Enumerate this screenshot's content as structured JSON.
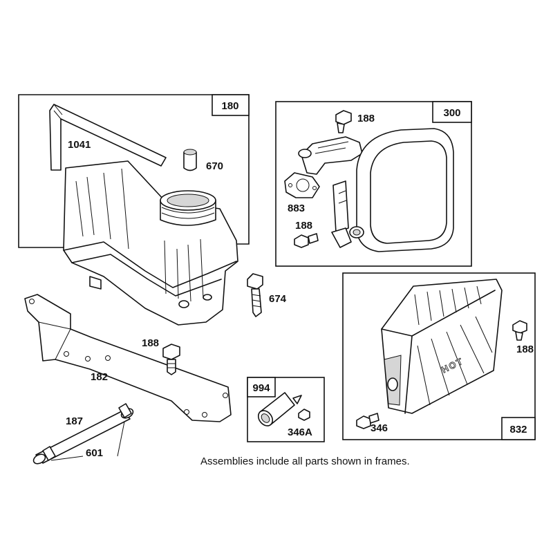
{
  "frames": {
    "f180": "180",
    "f300": "300",
    "f832": "832",
    "f994": "994"
  },
  "labels": {
    "p1041": "1041",
    "p670": "670",
    "p674": "674",
    "p188_a": "188",
    "p188_b": "188",
    "p188_c": "188",
    "p188_d": "188",
    "p883": "883",
    "p182": "182",
    "p187": "187",
    "p601": "601",
    "p346A": "346A",
    "p346": "346"
  },
  "embossed_text": "HOT",
  "footnote": "Assemblies include all parts shown in frames."
}
